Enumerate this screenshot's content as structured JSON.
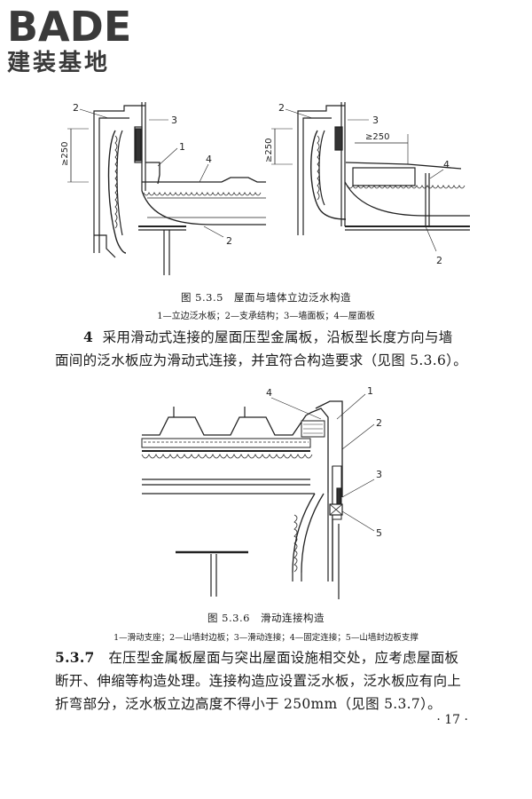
{
  "logo": {
    "brand": "BADE",
    "subtitle": "建装基地"
  },
  "figure_535": {
    "left_labels": {
      "l1": "1",
      "l2": "2",
      "l3": "3",
      "l4": "4",
      "l2b": "2",
      "dim": "≥250"
    },
    "right_labels": {
      "l2": "2",
      "l3": "3",
      "l4": "4",
      "l2b": "2",
      "dim_v": "≥250",
      "dim_h": "≥250"
    },
    "caption": "图 5.3.5　屋面与墙体立边泛水构造",
    "legend": "1—立边泛水板；2—支承结构；3—墙面板；4—屋面板"
  },
  "paragraph_4": {
    "number": "4",
    "line1": "采用滑动式连接的屋面压型金属板，沿板型长度方向与墙",
    "line2": "面间的泛水板应为滑动式连接，并宜符合构造要求（见图 5.3.6）。"
  },
  "figure_536": {
    "labels": {
      "l1": "1",
      "l2": "2",
      "l3": "3",
      "l4": "4",
      "l5": "5"
    },
    "caption": "图 5.3.6　滑动连接构造",
    "legend": "1—滑动支座；2—山墙封边板；3—滑动连接；4—固定连接；5—山墙封边板支撑"
  },
  "section_537": {
    "number": "5.3.7",
    "line1": "在压型金属板屋面与突出屋面设施相交处，应考虑屋面板",
    "line2": "断开、伸缩等构造处理。连接构造应设置泛水板，泛水板应有向上",
    "line3": "折弯部分，泛水板立边高度不得小于 250mm（见图 5.3.7）。"
  },
  "page_number": "· 17 ·"
}
